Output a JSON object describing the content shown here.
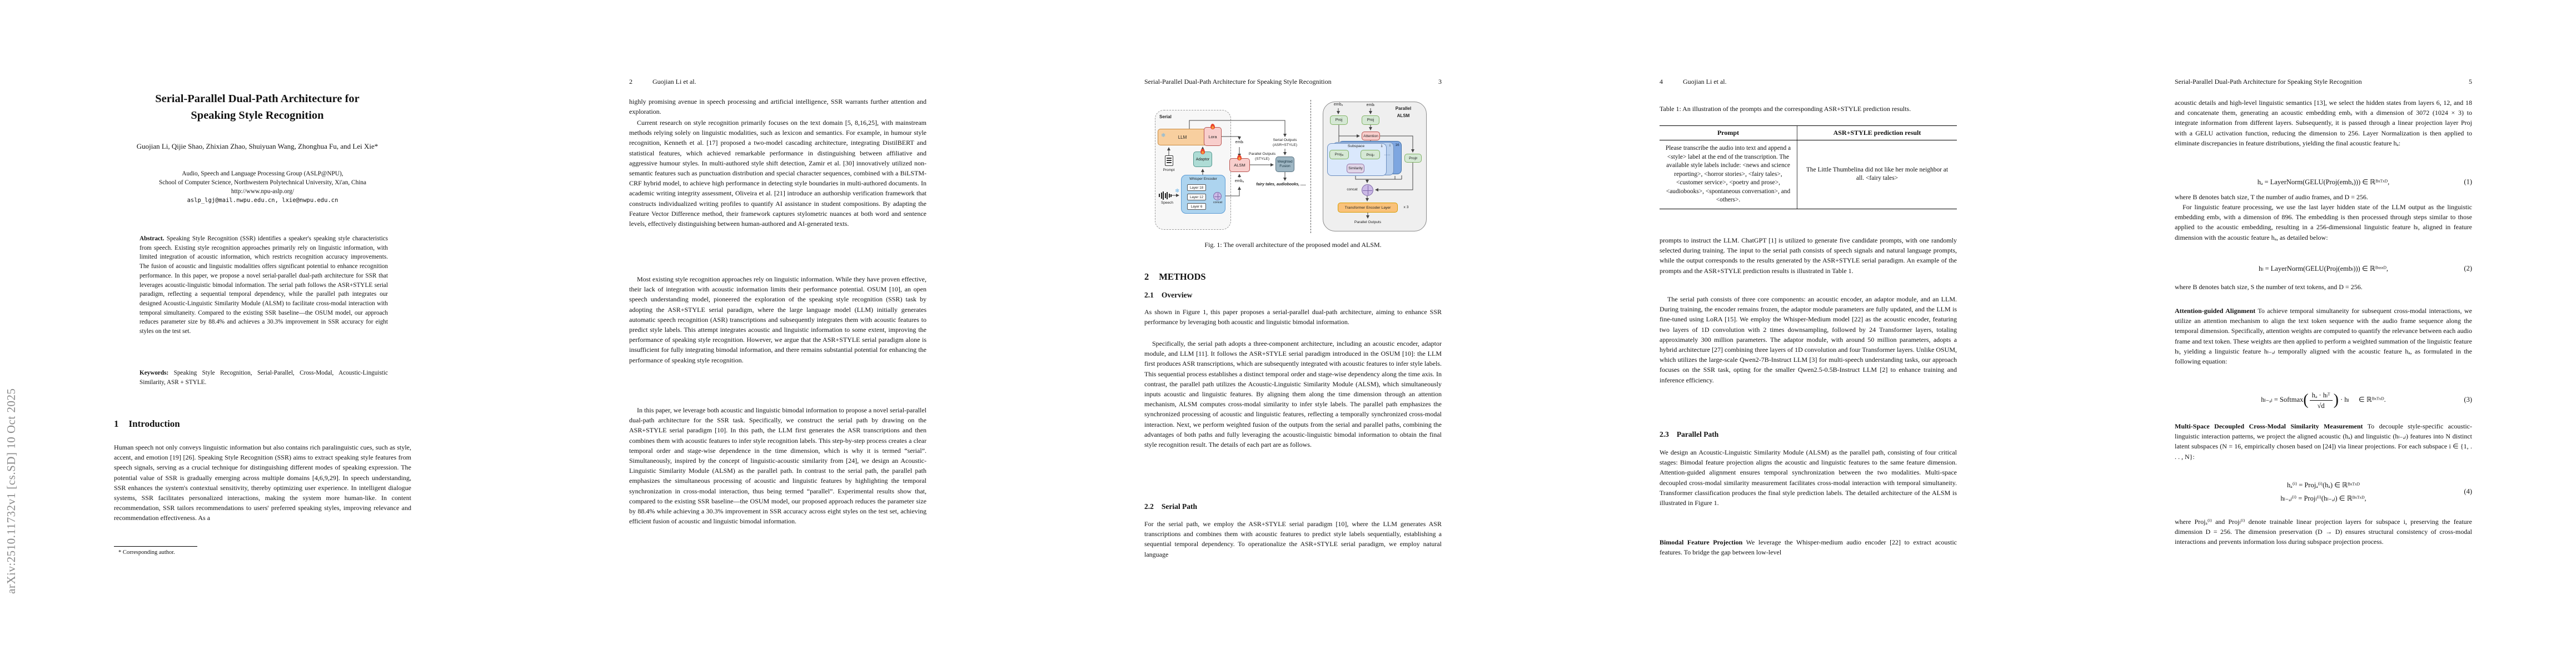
{
  "arxiv_watermark": "arXiv:2510.11732v1  [cs.SD]  10 Oct 2025",
  "page1": {
    "title": "Serial-Parallel Dual-Path Architecture for Speaking Style Recognition",
    "authors": "Guojian Li, Qijie Shao, Zhixian Zhao, Shuiyuan Wang, Zhonghua Fu, and Lei Xie*",
    "aff1": "Audio, Speech and Language Processing Group (ASLP@NPU),",
    "aff2": "School of Computer Science, Northwestern Polytechnical University, Xi'an, China",
    "aff3": "http://www.npu-aslp.org/",
    "email": "aslp_lgj@mail.nwpu.edu.cn, lxie@nwpu.edu.cn",
    "abstract_label": "Abstract.",
    "abstract": "Speaking Style Recognition (SSR) identifies a speaker's speaking style characteristics from speech. Existing style recognition approaches primarily rely on linguistic information, with limited integration of acoustic information, which restricts recognition accuracy improvements. The fusion of acoustic and linguistic modalities offers significant potential to enhance recognition performance. In this paper, we propose a novel serial-parallel dual-path architecture for SSR that leverages acoustic-linguistic bimodal information. The serial path follows the ASR+STYLE serial paradigm, reflecting a sequential temporal dependency, while the parallel path integrates our designed Acoustic-Linguistic Similarity Module (ALSM) to facilitate cross-modal interaction with temporal simultaneity. Compared to the existing SSR baseline—the OSUM model, our approach reduces parameter size by 88.4% and achieves a 30.3% improvement in SSR accuracy for eight styles on the test set.",
    "keywords_label": "Keywords:",
    "keywords": "Speaking Style Recognition, Serial-Parallel, Cross-Modal, Acoustic-Linguistic Similarity, ASR + STYLE.",
    "sec_num": "1",
    "sec_title": "Introduction",
    "intro": "Human speech not only conveys linguistic information but also contains rich paralinguistic cues, such as style, accent, and emotion [19] [26]. Speaking Style Recognition (SSR) aims to extract speaking style features from speech signals, serving as a crucial technique for distinguishing different modes of speaking expression. The potential value of SSR is gradually emerging across multiple domains [4,6,9,29]. In speech understanding, SSR enhances the system's contextual sensitivity, thereby optimizing user experience. In intelligent dialogue systems, SSR facilitates personalized interactions, making the system more human-like. In content recommendation, SSR tailors recommendations to users' preferred speaking styles, improving relevance and recommendation effectiveness. As a",
    "footnote": "* Corresponding author."
  },
  "page2": {
    "header_num": "2",
    "header_name": "Guojian Li et al.",
    "p1": "highly promising avenue in speech processing and artificial intelligence, SSR warrants further attention and exploration.",
    "p2": "Current research on style recognition primarily focuses on the text domain [5, 8,16,25], with mainstream methods relying solely on linguistic modalities, such as lexicon and semantics. For example, in humour style recognition, Kenneth et al. [17] proposed a two-model cascading architecture, integrating DistilBERT and statistical features, which achieved remarkable performance in distinguishing between affiliative and aggressive humour styles. In multi-authored style shift detection, Zamir et al. [30] innovatively utilized non-semantic features such as punctuation distribution and special character sequences, combined with a BiLSTM-CRF hybrid model, to achieve high performance in detecting style boundaries in multi-authored documents. In academic writing integrity assessment, Oliveira et al. [21] introduce an authorship verification framework that constructs individualized writing profiles to quantify AI assistance in student compositions. By adapting the Feature Vector Difference method, their framework captures stylometric nuances at both word and sentence levels, effectively distinguishing between human-authored and AI-generated texts.",
    "p3": "Most existing style recognition approaches rely on linguistic information. While they have proven effective, their lack of integration with acoustic information limits their performance potential. OSUM [10], an open speech understanding model, pioneered the exploration of the speaking style recognition (SSR) task by adopting the ASR+STYLE serial paradigm, where the large language model (LLM) initially generates automatic speech recognition (ASR) transcriptions and subsequently integrates them with acoustic features to predict style labels. This attempt integrates acoustic and linguistic information to some extent, improving the performance of speaking style recognition. However, we argue that the ASR+STYLE serial paradigm alone is insufficient for fully integrating bimodal information, and there remains substantial potential for enhancing the performance of speaking style recognition.",
    "p4": "In this paper, we leverage both acoustic and linguistic bimodal information to propose a novel serial-parallel dual-path architecture for the SSR task. Specifically, we construct the serial path by drawing on the ASR+STYLE serial paradigm [10]. In this path, the LLM first generates the ASR transcriptions and then combines them with acoustic features to infer style recognition labels. This step-by-step process creates a clear temporal order and stage-wise dependence in the time dimension, which is why it is termed “serial”. Simultaneously, inspired by the concept of linguistic-acoustic similarity from [24], we design an Acoustic-Linguistic Similarity Module (ALSM) as the parallel path. In contrast to the serial path, the parallel path emphasizes the simultaneous processing of acoustic and linguistic features by highlighting the temporal synchronization in cross-modal interaction, thus being termed “parallel”. Experimental results show that, compared to the existing SSR baseline—the OSUM model, our proposed approach reduces the parameter size by 88.4% while achieving a 30.3% improvement in SSR accuracy across eight styles on the test set, achieving efficient fusion of acoustic and linguistic bimodal information."
  },
  "page3": {
    "header_title": "Serial-Parallel Dual-Path Architecture for Speaking Style Recognition",
    "header_num": "3",
    "figure": {
      "caption": "Fig. 1: The overall architecture of the proposed model and ALSM.",
      "serial_label": "Serial",
      "llm": "LLM",
      "lora": "Lora",
      "adaptor": "Adaptor",
      "whisper": "Whisper Encoder",
      "layer18": "Layer 18",
      "layer12": "Layer 12",
      "layer6": "Layer 6",
      "concat1": "concat",
      "prompt": "Prompt",
      "speech": "Speech",
      "emb_l": "embₗ",
      "emb_a": "embₐ",
      "alsm": "ALSM",
      "serial_out1": "Serial Outputs",
      "serial_out2": "(ASR+STYLE)",
      "par_out1": "Parallel Outputs",
      "par_out2": "(STYLE)",
      "weighted1": "Weighted",
      "weighted2": "Fusion",
      "fusion_output": "fairy tales, audiobooks, .....",
      "panel_parallel": "Parallel",
      "panel_alsm": "ALSM",
      "p_emb_a": "embₐ",
      "p_emb_l": "embₗ",
      "proj_a": "Proj",
      "proj_l": "Proj",
      "attention": "Attention",
      "subspace": "Subspace",
      "ss1": "1",
      "ssi": "i",
      "ss16": "16",
      "proj_ia": "Projᵢₐ",
      "proj_il": "Projᵢₗ",
      "dots": "·····",
      "similarity": "Similarity",
      "proj_g_base": "Proj",
      "proj_g_sub": "g",
      "concat2": "concat",
      "transformer": "Transformer Encoder Layer",
      "x3": "x 3",
      "p_outputs": "Parallel Outputs",
      "colors": {
        "llm_fill": "#F8CF9F",
        "lora_fill": "#F8CECC",
        "adaptor_fill": "#AEDCD5",
        "whisper_fill": "#ADD4EF",
        "alsm_fill": "#F8CECC",
        "fusion_fill": "#9EB6C3",
        "proj_fill": "#D5E8D4",
        "attention_fill": "#F8CECC",
        "similarity_fill": "#E1D5E7",
        "subspace_fill": "#DAE8FC",
        "transformer_fill": "#FAC27A",
        "concat_fill": "#CBB9E6",
        "flame": "#E8452C",
        "snowflake": "#6CB5E8"
      }
    },
    "sec2_num": "2",
    "sec2_title": "METHODS",
    "sec21_num": "2.1",
    "sec21_title": "Overview",
    "p1": "As shown in Figure 1, this paper proposes a serial-parallel dual-path architecture, aiming to enhance SSR performance by leveraging both acoustic and linguistic bimodal information.",
    "p2": "Specifically, the serial path adopts a three-component architecture, including an acoustic encoder, adaptor module, and LLM [11]. It follows the ASR+STYLE serial paradigm introduced in the OSUM [10]: the LLM first produces ASR transcriptions, which are subsequently integrated with acoustic features to infer style labels. This sequential process establishes a distinct temporal order and stage-wise dependency along the time axis. In contrast, the parallel path utilizes the Acoustic-Linguistic Similarity Module (ALSM), which simultaneously inputs acoustic and linguistic features. By aligning them along the time dimension through an attention mechanism, ALSM computes cross-modal similarity to infer style labels. The parallel path emphasizes the synchronized processing of acoustic and linguistic features, reflecting a temporally synchronized cross-modal interaction. Next, we perform weighted fusion of the outputs from the serial and parallel paths, combining the advantages of both paths and fully leveraging the acoustic-linguistic bimodal information to obtain the final style recognition result. The details of each part are as follows.",
    "sec22_num": "2.2",
    "sec22_title": "Serial Path",
    "p3": "For the serial path, we employ the ASR+STYLE serial paradigm [10], where the LLM generates ASR transcriptions and combines them with acoustic features to predict style labels sequentially, establishing a sequential temporal dependency. To operationalize the ASR+STYLE serial paradigm, we employ natural language"
  },
  "page4": {
    "header_num": "4",
    "header_name": "Guojian Li et al.",
    "table_caption": "Table 1: An illustration of the prompts and the corresponding ASR+STYLE prediction results.",
    "table": {
      "col1": "Prompt",
      "col2": "ASR+STYLE prediction result",
      "cell_prompt": "Please transcribe the audio into text and append a <style> label at the end of the transcription. The available style labels include: <news and science reporting>, <horror stories>, <fairy tales>, <customer service>, <poetry and prose>, <audiobooks>, <spontaneous conversation>, and <others>.",
      "cell_result": "The Little Thumbelina did not like her mole neighbor at all. <fairy tales>"
    },
    "p1": "prompts to instruct the LLM. ChatGPT [1] is utilized to generate five candidate prompts, with one randomly selected during training. The input to the serial path consists of speech signals and natural language prompts, while the output corresponds to the results generated by the ASR+STYLE serial paradigm. An example of the prompts and the ASR+STYLE prediction results is illustrated in Table 1.",
    "p2": "The serial path consists of three core components: an acoustic encoder, an adaptor module, and an LLM. During training, the encoder remains frozen, the adaptor module parameters are fully updated, and the LLM is fine-tuned using LoRA [15]. We employ the Whisper-Medium model [22] as the acoustic encoder, featuring two layers of 1D convolution with 2 times downsampling, followed by 24 Transformer layers, totaling approximately 300 million parameters. The adaptor module, with around 50 million parameters, adopts a hybrid architecture [27] combining three layers of 1D convolution and four Transformer layers. Unlike OSUM, which utilizes the large-scale Qwen2-7B-Instruct LLM [3] for multi-speech understanding tasks, our approach focuses on the SSR task, opting for the smaller Qwen2.5-0.5B-Instruct LLM [2] to enhance training and inference efficiency.",
    "sec23_num": "2.3",
    "sec23_title": "Parallel Path",
    "p3": "We design an Acoustic-Linguistic Similarity Module (ALSM) as the parallel path, consisting of four critical stages: Bimodal feature projection aligns the acoustic and linguistic features to the same feature dimension. Attention-guided alignment ensures temporal synchronization between the two modalities. Multi-space decoupled cross-modal similarity measurement facilitates cross-modal interaction with temporal simultaneity. Transformer classification produces the final style prediction labels. The detailed architecture of the ALSM is illustrated in Figure 1.",
    "h_bimodal": "Bimodal Feature Projection",
    "p4": "We leverage the Whisper-medium audio encoder [22] to extract acoustic features. To bridge the gap between low-level"
  },
  "page5": {
    "header_title": "Serial-Parallel Dual-Path Architecture for Speaking Style Recognition",
    "header_num": "5",
    "p1": "acoustic details and high-level linguistic semantics [13], we select the hidden states from layers 6, 12, and 18 and concatenate them, generating an acoustic embedding embₐ with a dimension of 3072 (1024 × 3) to integrate information from different layers. Subsequently, it is passed through a linear projection layer Proj with a GELU activation function, reducing the dimension to 256. Layer Normalization is then applied to eliminate discrepancies in feature distributions, yielding the final acoustic feature hₐ:",
    "eq1": "hₐ = LayerNorm(GELU(Proj(embₐ))) ∈ ℝᴮˣᵀˣᴰ,",
    "eq1_num": "(1)",
    "p2": "where B denotes batch size, T the number of audio frames, and D = 256.",
    "p3": "For linguistic feature processing, we use the last layer hidden state of the LLM output as the linguistic embedding embₗ, with a dimension of 896. The embedding is then processed through steps similar to those applied to the acoustic embedding, resulting in a 256-dimensional linguistic feature hₗ, aligned in feature dimension with the acoustic feature hₐ, as detailed below:",
    "eq2": "hₗ = LayerNorm(GELU(Proj(embₗ))) ∈ ℝᴮˣˢˣᴰ,",
    "eq2_num": "(2)",
    "p4": "where B denotes batch size, S the number of text tokens, and D = 256.",
    "h_att": "Attention-guided Alignment",
    "p5": "To achieve temporal simultaneity for subsequent cross-modal interactions, we utilize an attention mechanism to align the text token sequence with the audio frame sequence along the temporal dimension. Specifically, attention weights are computed to quantify the relevance between each audio frame and text token. These weights are then applied to perform a weighted summation of the linguistic feature hₗ, yielding a linguistic feature hₗ₋ₐₗ temporally aligned with the acoustic feature hₐ, as formulated in the following equation:",
    "eq3": {
      "lhs": "hₗ₋ₐₗ = Softmax",
      "num": "hₐ · hₗᵀ",
      "den": "√d",
      "mid": "· hₗ",
      "rhs": "∈ ℝᴮˣᵀˣᴰ.",
      "tag": "(3)"
    },
    "h_multi": "Multi-Space Decoupled Cross-Modal Similarity Measurement",
    "p6": "To decouple style-specific acoustic-linguistic interaction patterns, we project the aligned acoustic (hₐ) and linguistic (hₗ₋ₐₗ) features into N distinct latent subspaces (N = 16, empirically chosen based on [24]) via linear projections. For each subspace i ∈ {1, . . . , N}:",
    "eq4a": "hₐ⁽ⁱ⁾ = Projₐ⁽ⁱ⁾(hₐ) ∈ ℝᴮˣᵀˣᴰ",
    "eq4b": "hₗ₋ₐₗ⁽ⁱ⁾ = Projₗ⁽ⁱ⁾(hₗ₋ₐₗ) ∈ ℝᴮˣᵀˣᴰ,",
    "eq4_num": "(4)",
    "p7": "where Projₐ⁽ⁱ⁾ and Projₗ⁽ⁱ⁾ denote trainable linear projection layers for subspace i, preserving the feature dimension D = 256. The dimension preservation (D → D) ensures structural consistency of cross-modal interactions and prevents information loss during subspace projection process."
  }
}
